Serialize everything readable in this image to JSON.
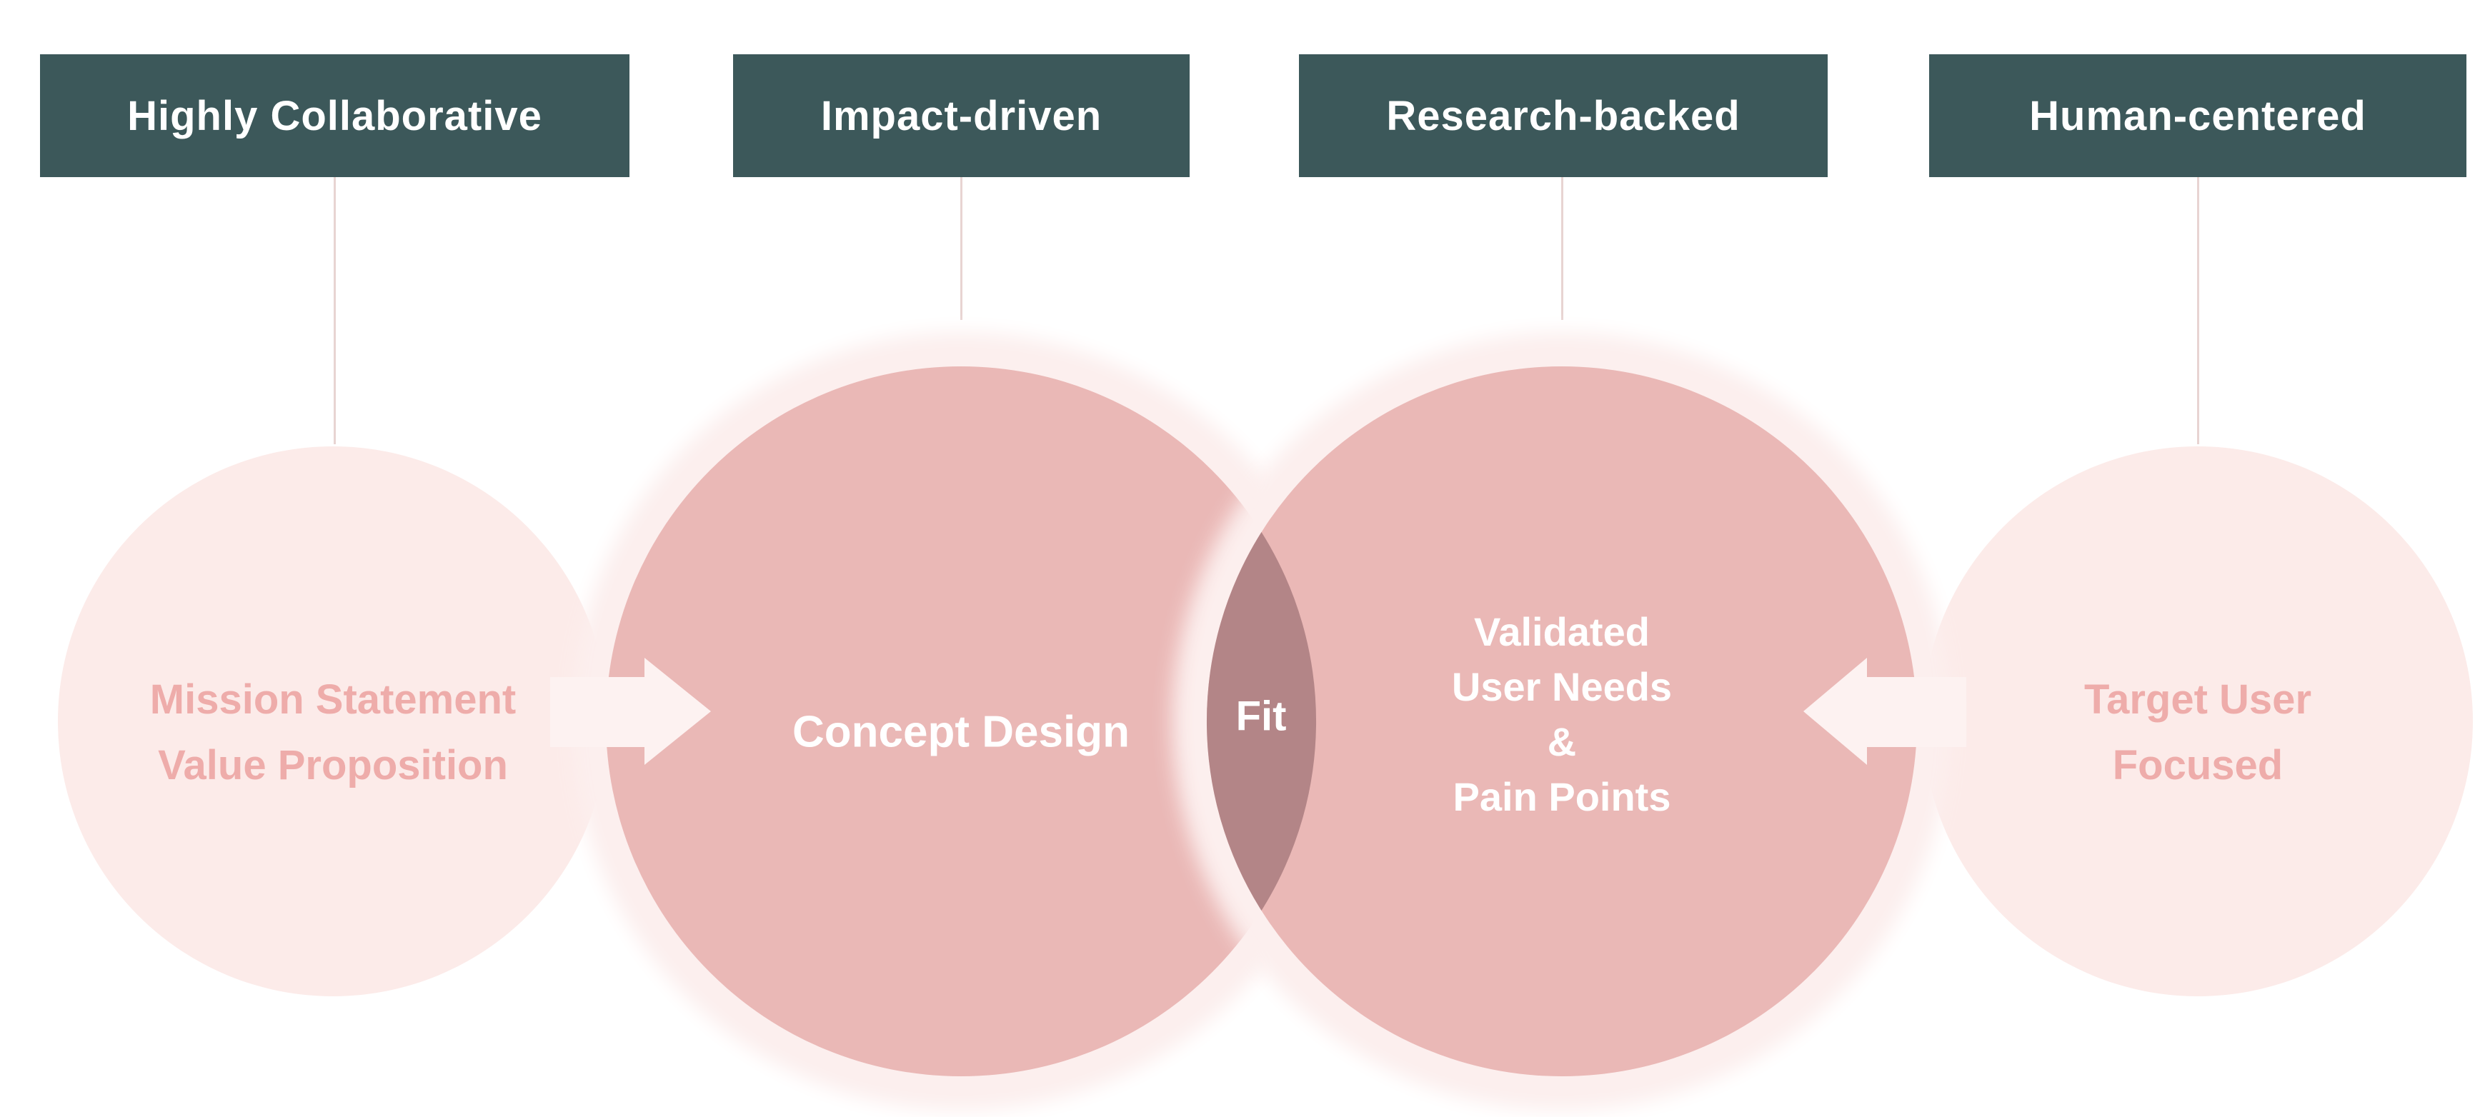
{
  "headers": [
    {
      "label": "Highly Collaborative"
    },
    {
      "label": "Impact-driven"
    },
    {
      "label": "Research-backed"
    },
    {
      "label": "Human-centered"
    }
  ],
  "nodes": {
    "mission": {
      "label": "Mission Statement\nValue Proposition"
    },
    "concept": {
      "label": "Concept Design"
    },
    "fit": {
      "label": "Fit"
    },
    "validated": {
      "label": "Validated\nUser Needs\n&\nPain Points"
    },
    "target": {
      "label": "Target User\nFocused"
    }
  },
  "colors": {
    "header_bg": "#3c585a",
    "header_text": "#ffffff",
    "big_circle": "#eab8b6",
    "halo": "#fcefee",
    "overlap": "#b38587",
    "light_circle": "#fcebe9",
    "light_text": "#eeacaa",
    "arrow": "#fdf2f1",
    "connector": "#e8d4d2",
    "circle_text": "#ffffff"
  }
}
